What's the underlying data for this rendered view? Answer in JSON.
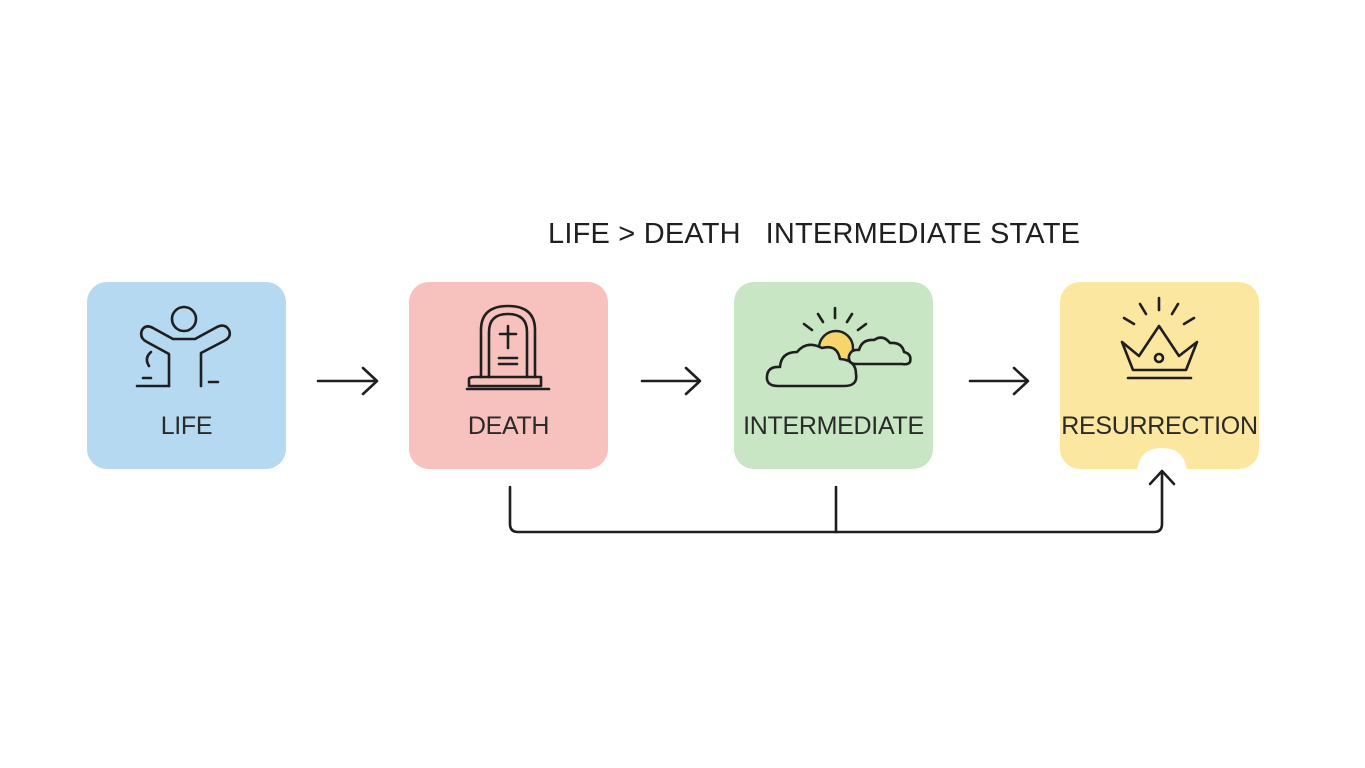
{
  "title": "LIFE > DEATH   INTERMEDIATE STATE",
  "stages": [
    {
      "label": "LIFE",
      "color": "#b4d9f0",
      "icon": "person-arms-raised-icon"
    },
    {
      "label": "DEATH",
      "color": "#f7c2bd",
      "icon": "tombstone-icon"
    },
    {
      "label": "INTERMEDIATE",
      "color": "#c8e6c4",
      "icon": "sun-clouds-icon"
    },
    {
      "label": "RESURRECTION",
      "color": "#fbe7a0",
      "icon": "crown-icon"
    }
  ],
  "colors": {
    "stroke": "#1f1f1f",
    "sun": "#f6d66b",
    "background": "#ffffff"
  }
}
